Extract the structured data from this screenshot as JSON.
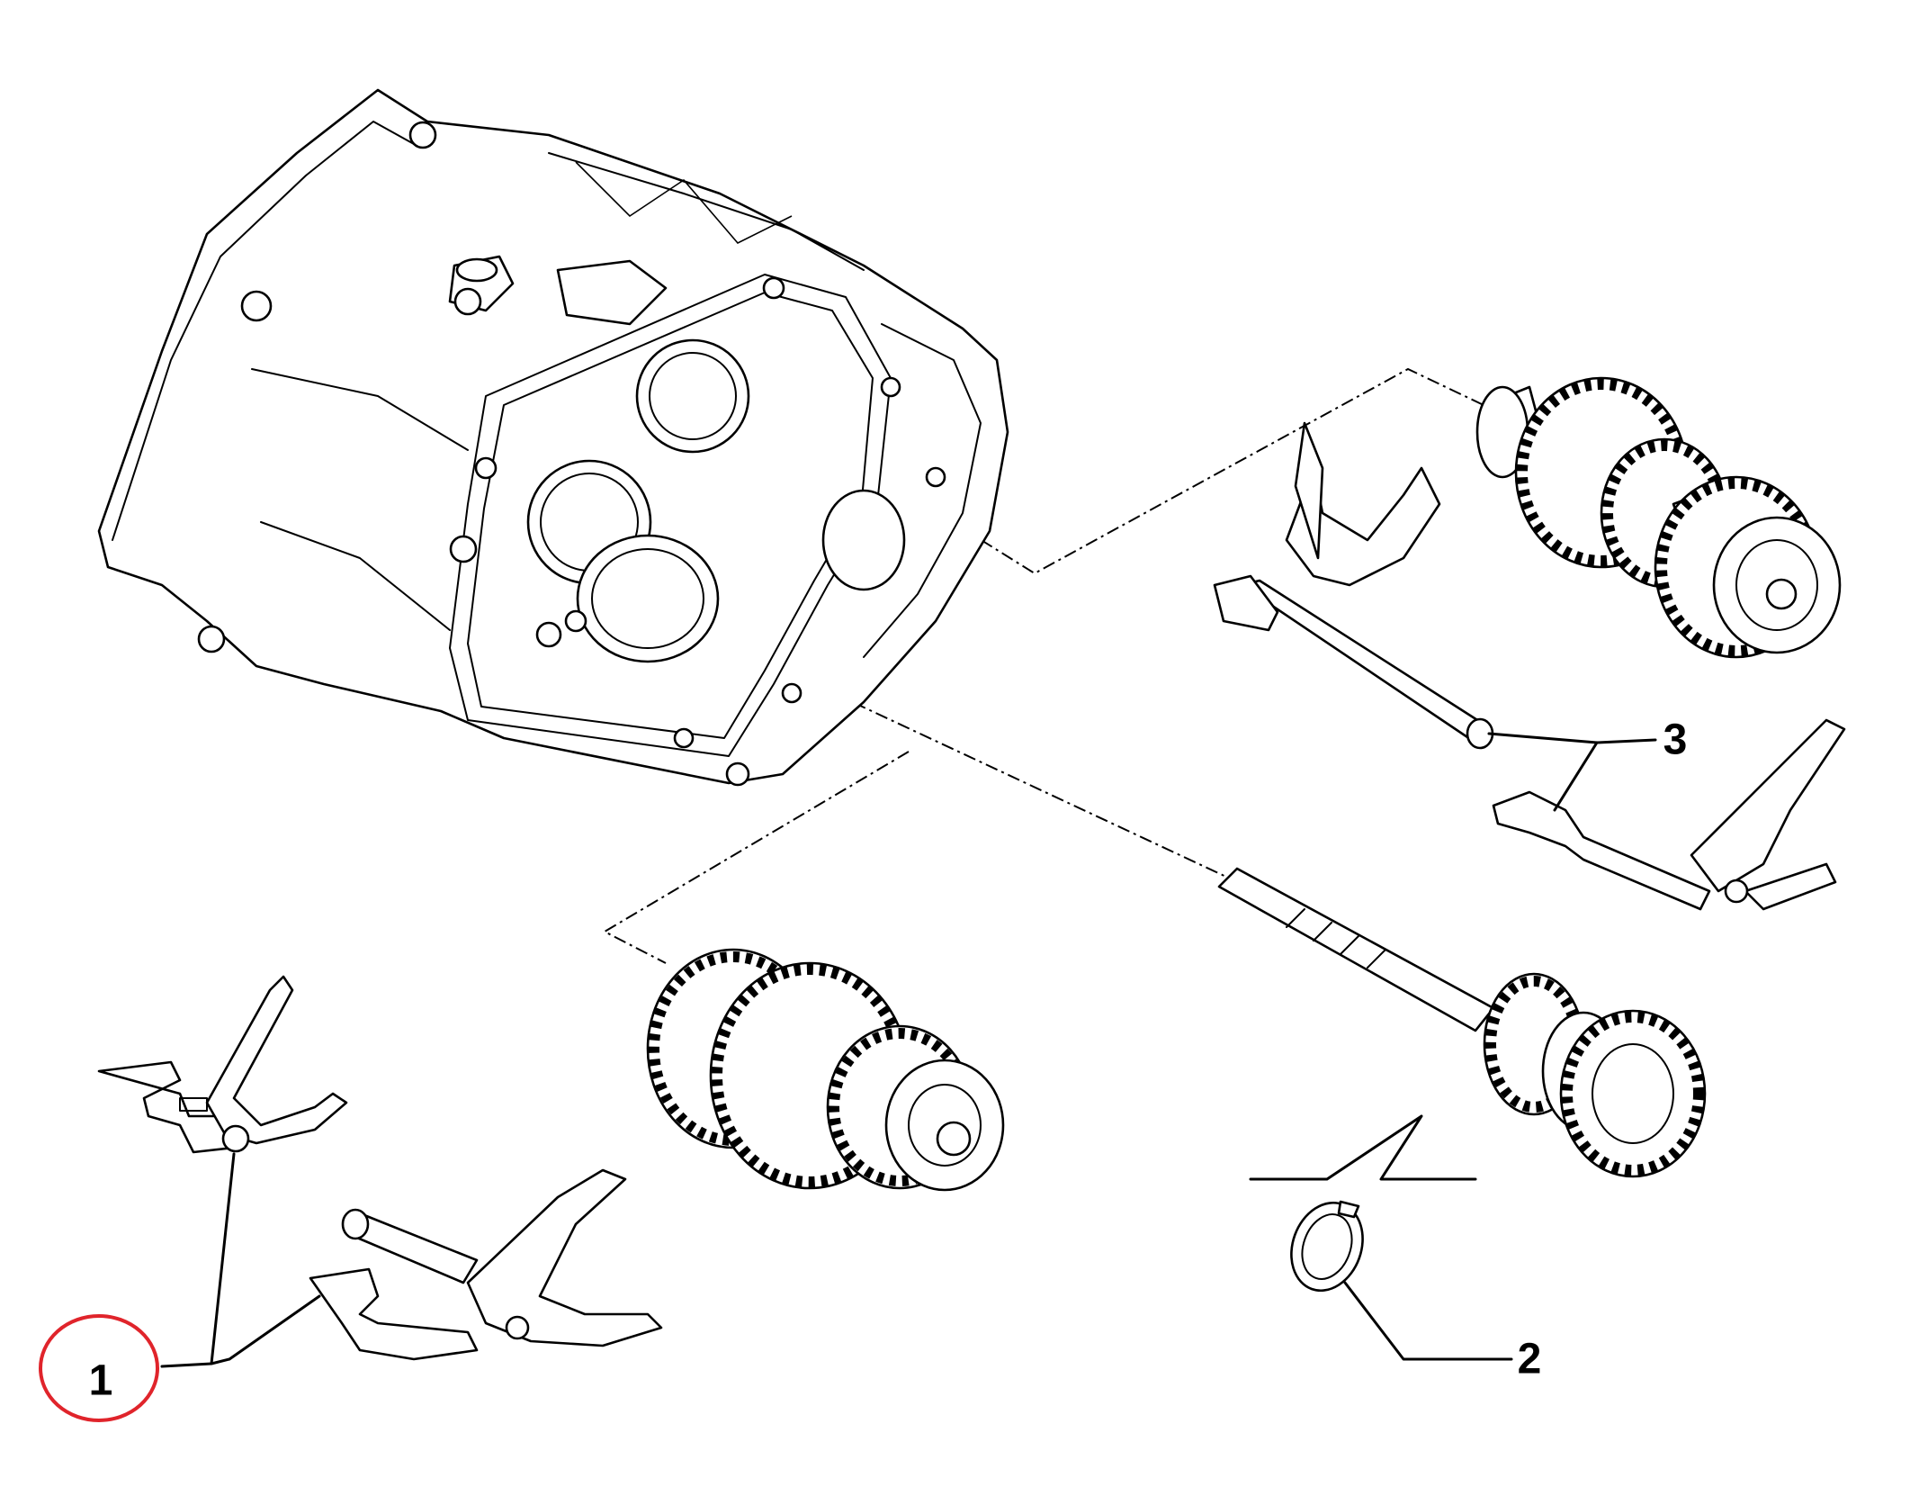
{
  "callouts": [
    {
      "label": "1",
      "highlighted": true
    },
    {
      "label": "2",
      "highlighted": false
    },
    {
      "label": "3",
      "highlighted": false
    }
  ],
  "highlight_color": "#e0242b",
  "line_color": "#000000",
  "background_color": "#ffffff"
}
